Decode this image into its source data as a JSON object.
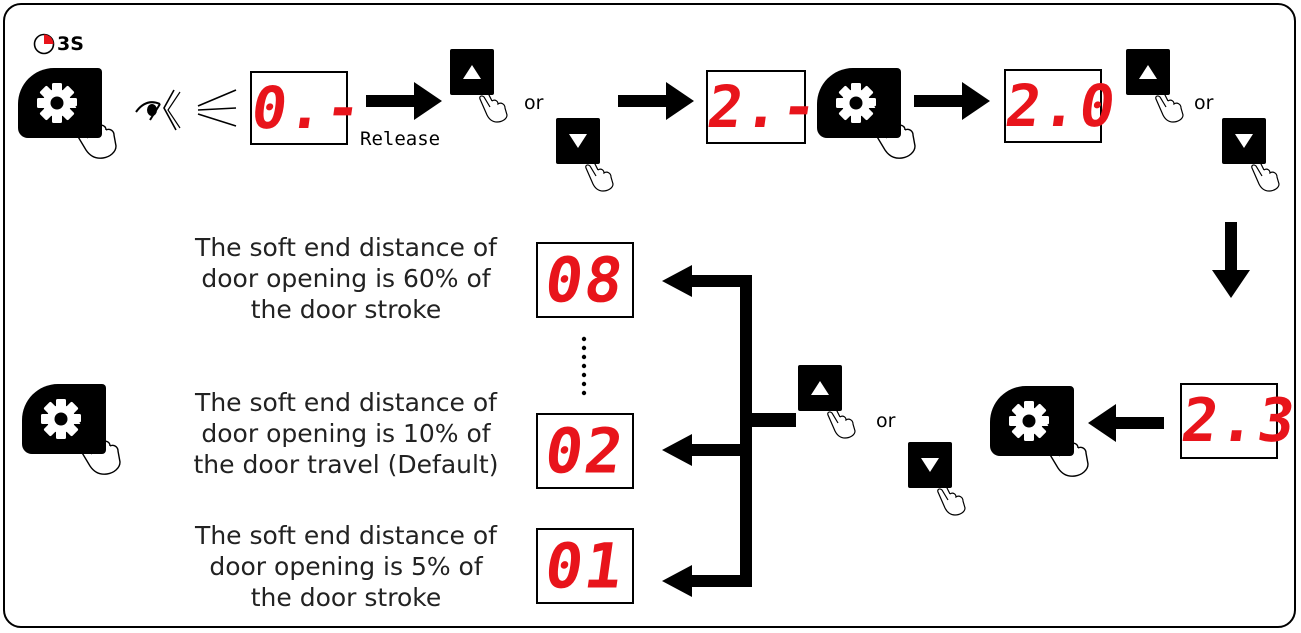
{
  "timer": {
    "label": "3S",
    "icon": "timer-icon"
  },
  "step1": {
    "display": "0.-",
    "release_label": "Release",
    "or_label": "or"
  },
  "step2": {
    "display": "2.-",
    "or_label": "or"
  },
  "step3": {
    "display": "2.0"
  },
  "step4": {
    "display": "2.3",
    "or_label": "or"
  },
  "options": [
    {
      "display": "08",
      "description": "The soft end distance of\ndoor opening is 60% of\nthe door stroke"
    },
    {
      "display": "02",
      "description": "The soft end distance of\ndoor opening is 10% of\nthe door travel (Default)"
    },
    {
      "display": "01",
      "description": "The soft end distance of\ndoor opening is 5% of\nthe door stroke"
    }
  ],
  "colors": {
    "digit": "#e8141b",
    "ink": "#000000"
  },
  "icons": [
    "settings-gear-icon",
    "eye-icon",
    "hand-press-icon",
    "up-arrow-icon",
    "down-arrow-icon",
    "timer-icon"
  ]
}
